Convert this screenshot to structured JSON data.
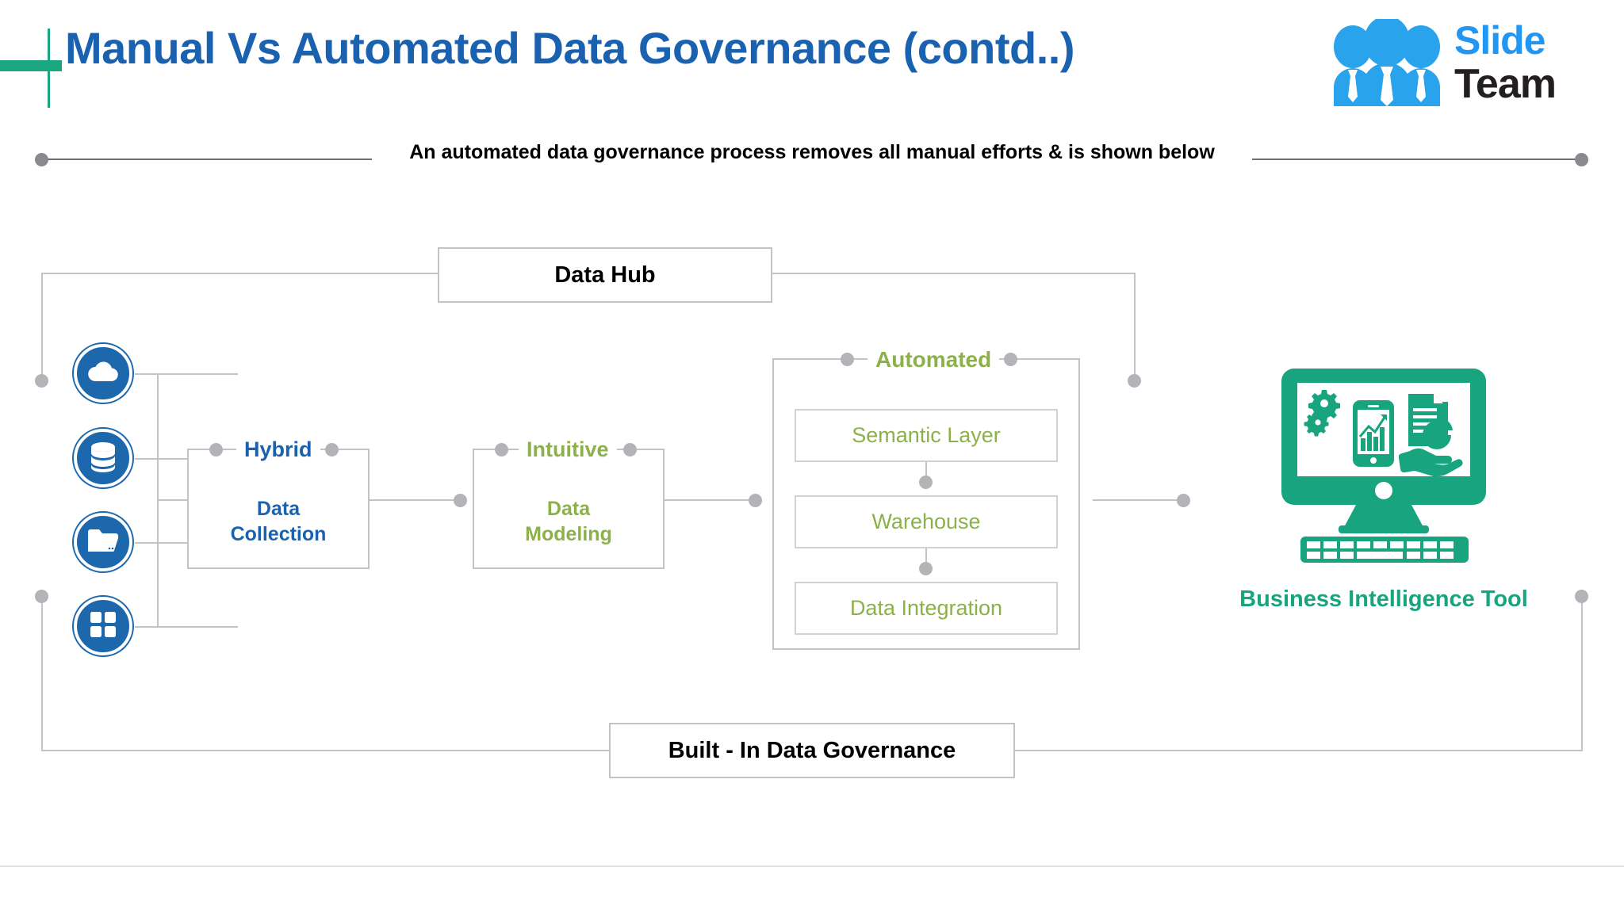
{
  "header": {
    "title": "Manual Vs Automated Data Governance (contd..)",
    "accent_color": "#1aa67f",
    "title_color": "#1a62b0",
    "logo": {
      "word_one": "Slide",
      "word_two": "Team",
      "mark": "three-people-icon"
    }
  },
  "subtitle": {
    "text": "An automated data governance process removes all manual efforts & is shown below"
  },
  "diagram": {
    "hub": {
      "label": "Data Hub"
    },
    "governance": {
      "label": "Built - In Data Governance"
    },
    "sources": [
      {
        "name": "cloud",
        "icon": "cloud-icon"
      },
      {
        "name": "database",
        "icon": "database-icon"
      },
      {
        "name": "folder",
        "icon": "folder-icon"
      },
      {
        "name": "apps",
        "icon": "grid-icon"
      }
    ],
    "stages": [
      {
        "tag": "Hybrid",
        "title_line1": "Data",
        "title_line2": "Collection",
        "color": "#1a62b0"
      },
      {
        "tag": "Intuitive",
        "title_line1": "Data",
        "title_line2": "Modeling",
        "color": "#8cb14a"
      }
    ],
    "automated": {
      "tag": "Automated",
      "color": "#8cb14a",
      "items": [
        {
          "label": "Semantic Layer"
        },
        {
          "label": "Warehouse"
        },
        {
          "label": "Data Integration"
        }
      ]
    },
    "output": {
      "label": "Business Intelligence Tool",
      "icon": "monitor-dashboard-icon",
      "color": "#18a47e"
    }
  }
}
